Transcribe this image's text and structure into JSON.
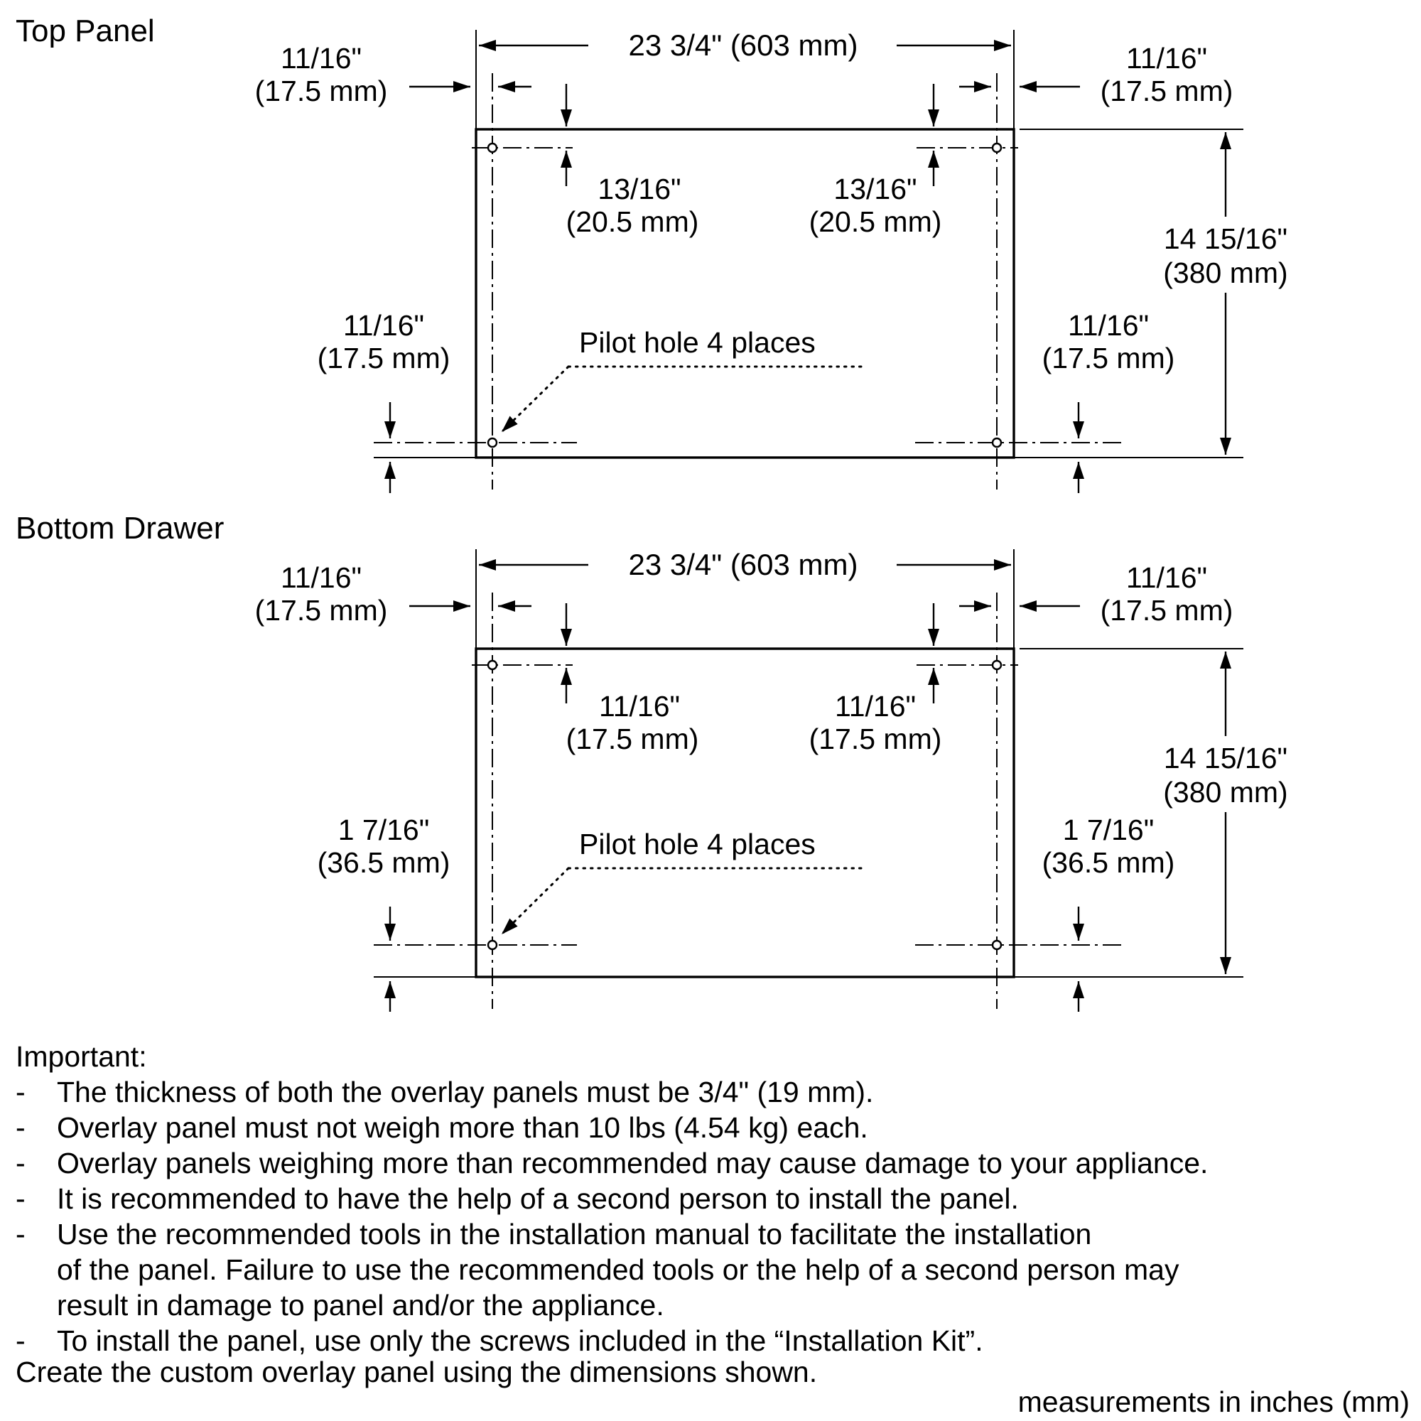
{
  "page": {
    "background": "#ffffff",
    "ink": "#000000",
    "create_note": "Create the custom overlay panel using the dimensions shown.",
    "units_note": "measurements in inches (mm)"
  },
  "top_panel": {
    "title": "Top Panel",
    "width_label": "23 3/4\" (603 mm)",
    "side_offset_1": "11/16\"",
    "side_offset_2": "(17.5 mm)",
    "hole_offset_1": "13/16\"",
    "hole_offset_2": "(20.5 mm)",
    "height_1": "14 15/16\"",
    "height_2": "(380 mm)",
    "bottom_offset_1": "11/16\"",
    "bottom_offset_2": "(17.5 mm)",
    "pilot_label": "Pilot hole 4 places"
  },
  "bottom_drawer": {
    "title": "Bottom Drawer",
    "width_label": "23 3/4\" (603 mm)",
    "side_offset_1": "11/16\"",
    "side_offset_2": "(17.5 mm)",
    "hole_offset_1": "11/16\"",
    "hole_offset_2": "(17.5 mm)",
    "height_1": "14 15/16\"",
    "height_2": "(380 mm)",
    "bottom_offset_1": "1 7/16\"",
    "bottom_offset_2": "(36.5 mm)",
    "pilot_label": "Pilot hole 4 places"
  },
  "notes": {
    "heading": "Important:",
    "items": [
      {
        "dash": "-",
        "text": "The thickness of both the overlay panels must be 3/4\" (19 mm)."
      },
      {
        "dash": "-",
        "text": "Overlay panel must not weigh more than 10 lbs (4.54 kg) each."
      },
      {
        "dash": "-",
        "text": "Overlay panels weighing more than recommended may cause damage to your appliance."
      },
      {
        "dash": "-",
        "text": "It is recommended to have the help of a second person to install the panel."
      },
      {
        "dash": "-",
        "text": "Use the recommended tools in the installation manual to facilitate the installation"
      },
      {
        "dash": "",
        "text": "of the panel. Failure to use the recommended tools or the help of a second person may"
      },
      {
        "dash": "",
        "text": "result in damage to panel and/or the appliance."
      },
      {
        "dash": "-",
        "text": "To install the panel, use only the screws included in the “Installation Kit”."
      }
    ]
  }
}
